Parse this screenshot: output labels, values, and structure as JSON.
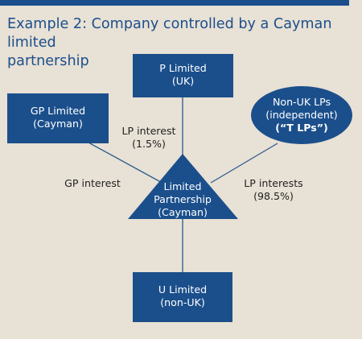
{
  "title_line1": "Example 2: Company controlled by a Cayman limited",
  "title_line2": "partnership",
  "colors": {
    "node_fill": "#1b4f8c",
    "background": "#e8e1d5",
    "edge": "#2b5a8e",
    "edge_label": "#222222"
  },
  "nodes": {
    "p_limited": {
      "line1": "P Limited",
      "line2": "(UK)"
    },
    "gp_limited": {
      "line1": "GP Limited",
      "line2": "(Cayman)"
    },
    "non_uk_lps": {
      "line1": "Non-UK LPs",
      "line2": "(independent)",
      "line3": "(“T LPs”)"
    },
    "limited_partnership": {
      "line1": "Limited",
      "line2": "Partnership",
      "line3": "(Cayman)"
    },
    "u_limited": {
      "line1": "U Limited",
      "line2": "(non-UK)"
    }
  },
  "edges": {
    "lp_interest": {
      "line1": "LP interest",
      "line2": "(1.5%)"
    },
    "gp_interest": {
      "line1": "GP interest"
    },
    "lp_interests": {
      "line1": "LP interests",
      "line2": "(98.5%)"
    }
  }
}
